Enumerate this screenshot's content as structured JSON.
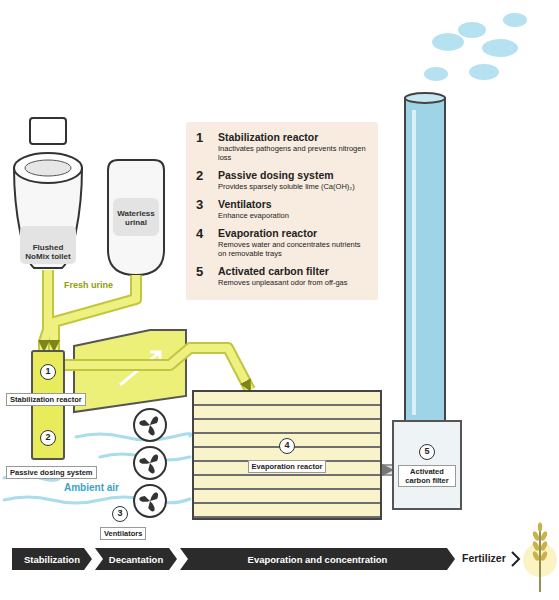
{
  "diagram": {
    "nodes": [
      {
        "text": [
          "Flushed NoMix toilet"
        ]
      },
      {
        "text": [
          "Waterless urinal"
        ]
      },
      {
        "text": [
          "1",
          "Stabilization reactor",
          "Inactivates pathogens and prevents nitrogen loss",
          "2",
          "Passive dosing system",
          "Provides sparsely soluble lime (Ca(OH)₂)",
          "3",
          "Ventilators",
          "Enhance evaporation",
          "4",
          "Evaporation reactor",
          "Removes water and concentrates nutrients on removable trays",
          "5",
          "Activated carbon filter",
          "Removes unpleasant odor from off-gas"
        ]
      },
      {
        "text": [
          "1",
          "2"
        ]
      },
      {
        "text": [
          "4",
          "Evaporation reactor"
        ]
      },
      {
        "text": [
          "5",
          "Activated carbon filter"
        ]
      },
      {
        "text": [
          "Stabilization"
        ]
      },
      {
        "text": [
          "Decantation"
        ]
      },
      {
        "text": [
          "Evaporation and concentration"
        ]
      }
    ],
    "edges": [
      {
        "from": 0,
        "to": 3,
        "arrow": "to"
      },
      {
        "from": 1,
        "to": 3,
        "label": "Fresh urine",
        "arrow": "to"
      },
      {
        "from": 3,
        "to": 4,
        "arrow": "to"
      },
      {
        "from": 4,
        "to": 5,
        "arrow": "to"
      }
    ],
    "labels": [
      "Stabilization reactor",
      "Passive dosing system",
      "Ambient air",
      "3",
      "Ventilators",
      "Fertilizer"
    ]
  }
}
